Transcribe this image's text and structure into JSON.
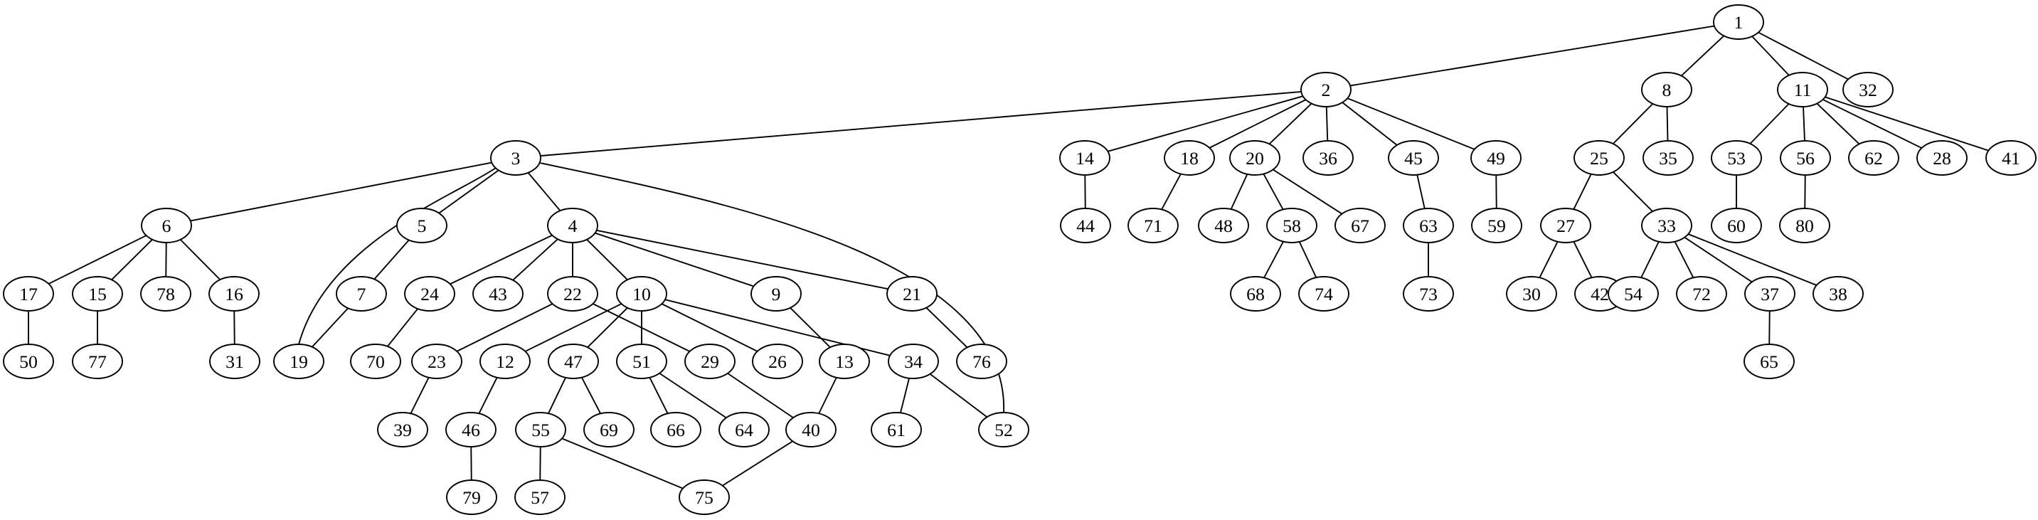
{
  "graph": {
    "directed": false,
    "nodes": [
      "1",
      "2",
      "3",
      "4",
      "5",
      "6",
      "7",
      "8",
      "9",
      "10",
      "11",
      "12",
      "13",
      "14",
      "15",
      "16",
      "17",
      "18",
      "19",
      "20",
      "21",
      "22",
      "23",
      "24",
      "25",
      "26",
      "27",
      "28",
      "29",
      "30",
      "31",
      "32",
      "33",
      "34",
      "35",
      "36",
      "37",
      "38",
      "39",
      "40",
      "41",
      "42",
      "43",
      "44",
      "45",
      "46",
      "47",
      "48",
      "49",
      "50",
      "51",
      "52",
      "53",
      "54",
      "55",
      "56",
      "57",
      "58",
      "59",
      "60",
      "61",
      "62",
      "63",
      "64",
      "65",
      "66",
      "67",
      "68",
      "69",
      "70",
      "71",
      "72",
      "73",
      "74",
      "75",
      "76",
      "77",
      "78",
      "79",
      "80"
    ],
    "edges": [
      [
        "1",
        "2"
      ],
      [
        "1",
        "8"
      ],
      [
        "1",
        "11"
      ],
      [
        "1",
        "32"
      ],
      [
        "2",
        "3"
      ],
      [
        "2",
        "14"
      ],
      [
        "2",
        "18"
      ],
      [
        "2",
        "20"
      ],
      [
        "2",
        "36"
      ],
      [
        "2",
        "45"
      ],
      [
        "2",
        "49"
      ],
      [
        "3",
        "6"
      ],
      [
        "3",
        "19"
      ],
      [
        "3",
        "5"
      ],
      [
        "3",
        "4"
      ],
      [
        "3",
        "52"
      ],
      [
        "6",
        "17"
      ],
      [
        "6",
        "15"
      ],
      [
        "6",
        "78"
      ],
      [
        "6",
        "16"
      ],
      [
        "17",
        "50"
      ],
      [
        "15",
        "77"
      ],
      [
        "16",
        "31"
      ],
      [
        "5",
        "7"
      ],
      [
        "7",
        "19"
      ],
      [
        "4",
        "24"
      ],
      [
        "4",
        "43"
      ],
      [
        "4",
        "22"
      ],
      [
        "4",
        "10"
      ],
      [
        "4",
        "9"
      ],
      [
        "4",
        "21"
      ],
      [
        "24",
        "70"
      ],
      [
        "22",
        "23"
      ],
      [
        "22",
        "29"
      ],
      [
        "10",
        "12"
      ],
      [
        "10",
        "47"
      ],
      [
        "10",
        "51"
      ],
      [
        "10",
        "26"
      ],
      [
        "10",
        "34"
      ],
      [
        "9",
        "13"
      ],
      [
        "21",
        "76"
      ],
      [
        "23",
        "39"
      ],
      [
        "12",
        "46"
      ],
      [
        "46",
        "79"
      ],
      [
        "47",
        "55"
      ],
      [
        "47",
        "69"
      ],
      [
        "55",
        "57"
      ],
      [
        "55",
        "75"
      ],
      [
        "51",
        "66"
      ],
      [
        "51",
        "64"
      ],
      [
        "29",
        "40"
      ],
      [
        "13",
        "40"
      ],
      [
        "40",
        "75"
      ],
      [
        "34",
        "61"
      ],
      [
        "34",
        "52"
      ],
      [
        "14",
        "44"
      ],
      [
        "18",
        "71"
      ],
      [
        "20",
        "48"
      ],
      [
        "20",
        "58"
      ],
      [
        "20",
        "67"
      ],
      [
        "58",
        "68"
      ],
      [
        "58",
        "74"
      ],
      [
        "45",
        "63"
      ],
      [
        "63",
        "73"
      ],
      [
        "49",
        "59"
      ],
      [
        "8",
        "25"
      ],
      [
        "8",
        "35"
      ],
      [
        "25",
        "27"
      ],
      [
        "25",
        "33"
      ],
      [
        "27",
        "30"
      ],
      [
        "27",
        "42"
      ],
      [
        "33",
        "54"
      ],
      [
        "33",
        "72"
      ],
      [
        "33",
        "37"
      ],
      [
        "33",
        "38"
      ],
      [
        "37",
        "65"
      ],
      [
        "11",
        "53"
      ],
      [
        "11",
        "56"
      ],
      [
        "11",
        "62"
      ],
      [
        "11",
        "28"
      ],
      [
        "11",
        "41"
      ],
      [
        "53",
        "60"
      ],
      [
        "56",
        "80"
      ]
    ]
  }
}
